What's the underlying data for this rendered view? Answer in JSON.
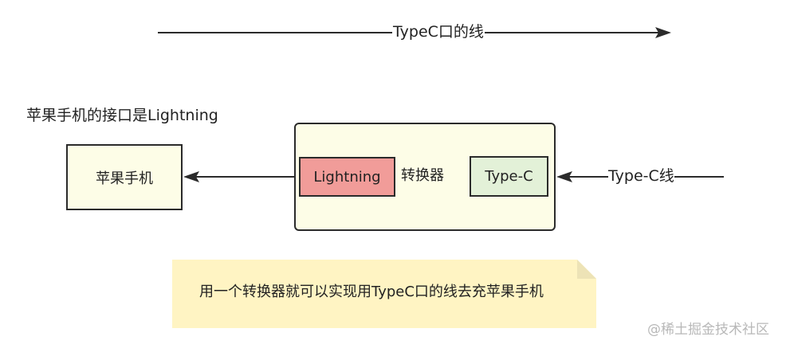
{
  "top_arrow": {
    "label": "TypeC口的线"
  },
  "caption": "苹果手机的接口是Lightning",
  "iphone": {
    "label": "苹果手机"
  },
  "adapter": {
    "label": "转换器",
    "port_in": "Type-C",
    "port_out": "Lightning"
  },
  "cable": {
    "label": "Type-C线"
  },
  "note": {
    "text": "用一个转换器就可以实现用TypeC口的线去充苹果手机"
  },
  "watermark": "@稀土掘金技术社区",
  "colors": {
    "stroke": "#2b2b2b",
    "box_fill": "#fdfde7",
    "lightning_fill": "#f19c99",
    "typec_fill": "#e3f1d8",
    "note_fill": "#fff4c3",
    "note_fold": "#ede3b6"
  }
}
